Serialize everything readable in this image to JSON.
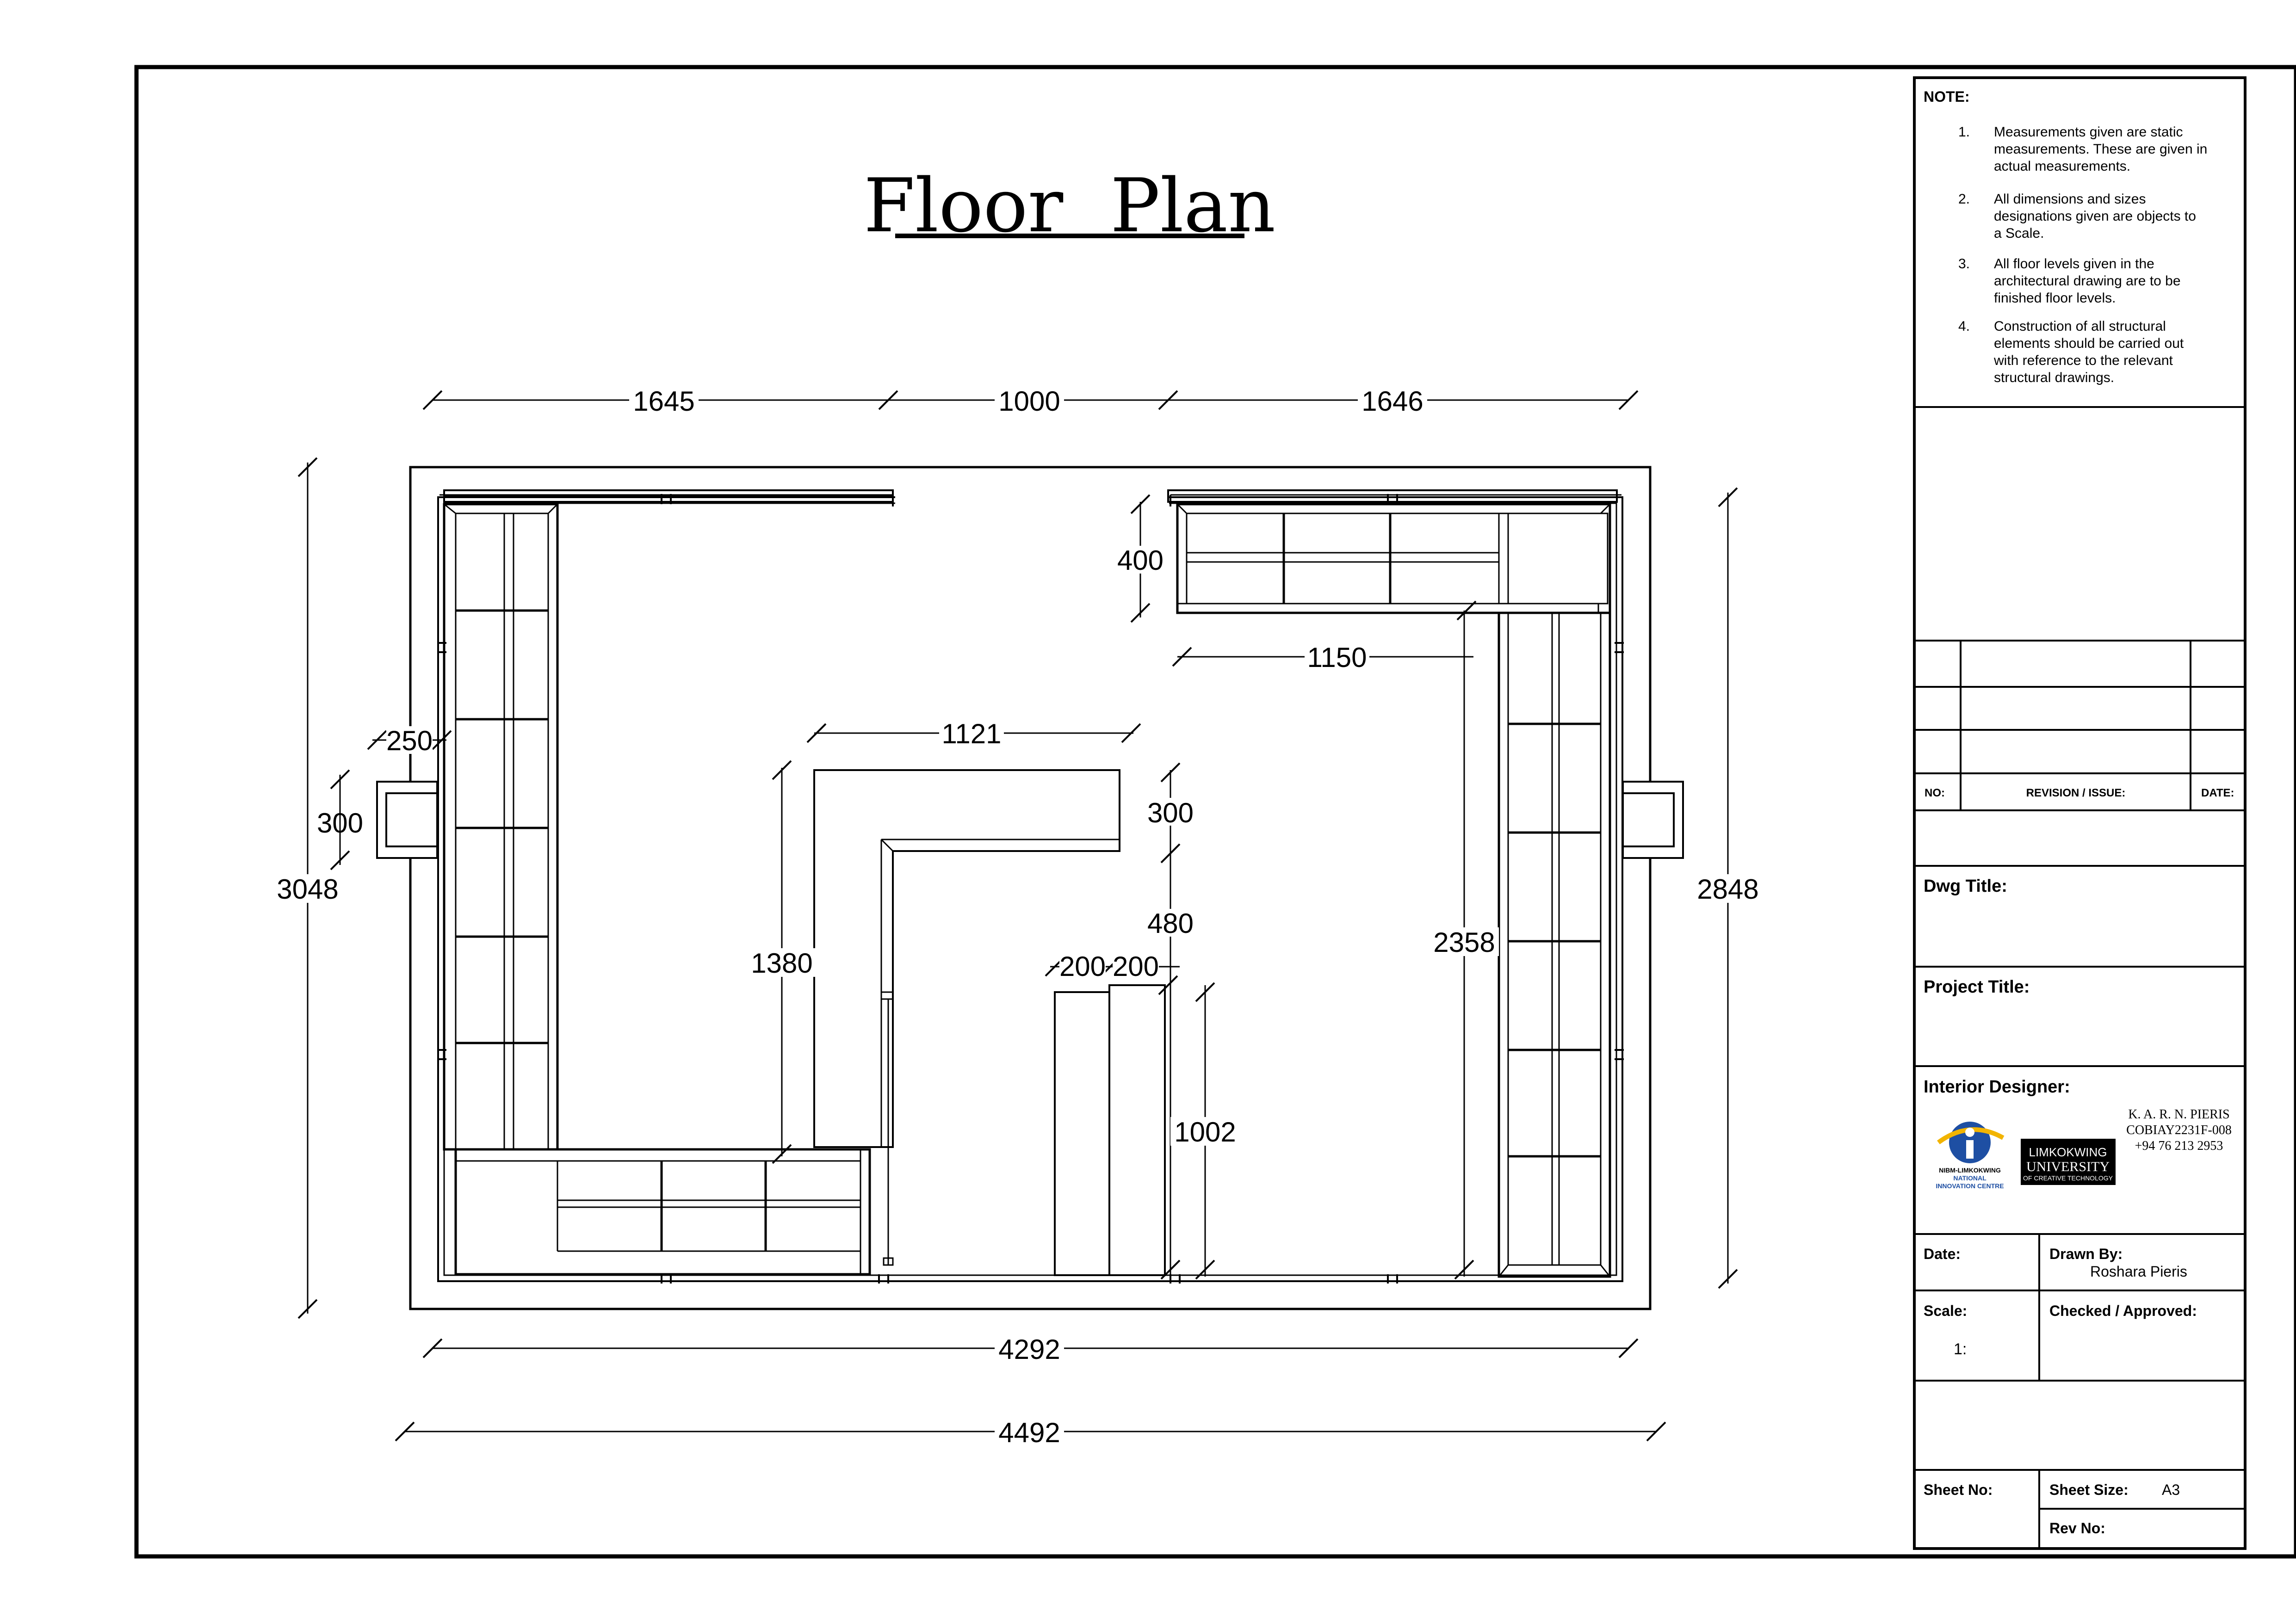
{
  "drawing": {
    "title": "Floor  Plan",
    "dimensions": {
      "top_left": "1645",
      "top_middle": "1000",
      "top_right": "1646",
      "left_wall": "3048",
      "right_wall": "2848",
      "wall_thickness": "250",
      "window": "300",
      "shelf_depth": "400",
      "shelf_width": "1150",
      "counter_width": "1121",
      "counter_depth": "300",
      "counter_length": "1380",
      "gap": "480",
      "pillar_a": "200",
      "pillar_b": "200",
      "pillar_height": "1002",
      "right_unit": "2358",
      "inner_width": "4292",
      "outer_width": "4492"
    }
  },
  "title_block": {
    "note_heading": "NOTE:",
    "notes": [
      {
        "num": "1.",
        "lines": [
          "Measurements given are static",
          "measurements. These are given in",
          "actual measurements."
        ]
      },
      {
        "num": "2.",
        "lines": [
          "All dimensions and sizes",
          "designations given are objects to",
          "a Scale."
        ]
      },
      {
        "num": "3.",
        "lines": [
          "All floor levels given in the",
          "architectural drawing are to be",
          "finished floor levels."
        ]
      },
      {
        "num": "4.",
        "lines": [
          "Construction of all structural",
          "elements should be carried out",
          "with reference to the relevant",
          "structural drawings."
        ]
      }
    ],
    "revision_no_label": "NO:",
    "revision_issue_label": "REVISION / ISSUE:",
    "revision_date_label": "DATE:",
    "dwg_title_label": "Dwg Title:",
    "project_title_label": "Project Title:",
    "designer_label": "Interior Designer:",
    "designer_name": "K. A. R. N. PIERIS",
    "designer_id": "COBIAY2231F-008",
    "designer_phone": "+94 76 213 2953",
    "logo_left_line1": "NIBM-LIMKOKWING",
    "logo_left_line2": "NATIONAL",
    "logo_left_line3": "INNOVATION CENTRE",
    "logo_right_line1": "LIMKOKWING",
    "logo_right_line2": "UNIVERSITY",
    "logo_right_line3": "OF CREATIVE TECHNOLOGY",
    "date_label": "Date:",
    "drawn_by_label": "Drawn By:",
    "drawn_by_value": "Roshara Pieris",
    "scale_label": "Scale:",
    "scale_value": "1:",
    "checked_label": "Checked / Approved:",
    "sheet_no_label": "Sheet No:",
    "sheet_size_label": "Sheet Size:",
    "sheet_size_value": "A3",
    "rev_no_label": "Rev No:"
  }
}
